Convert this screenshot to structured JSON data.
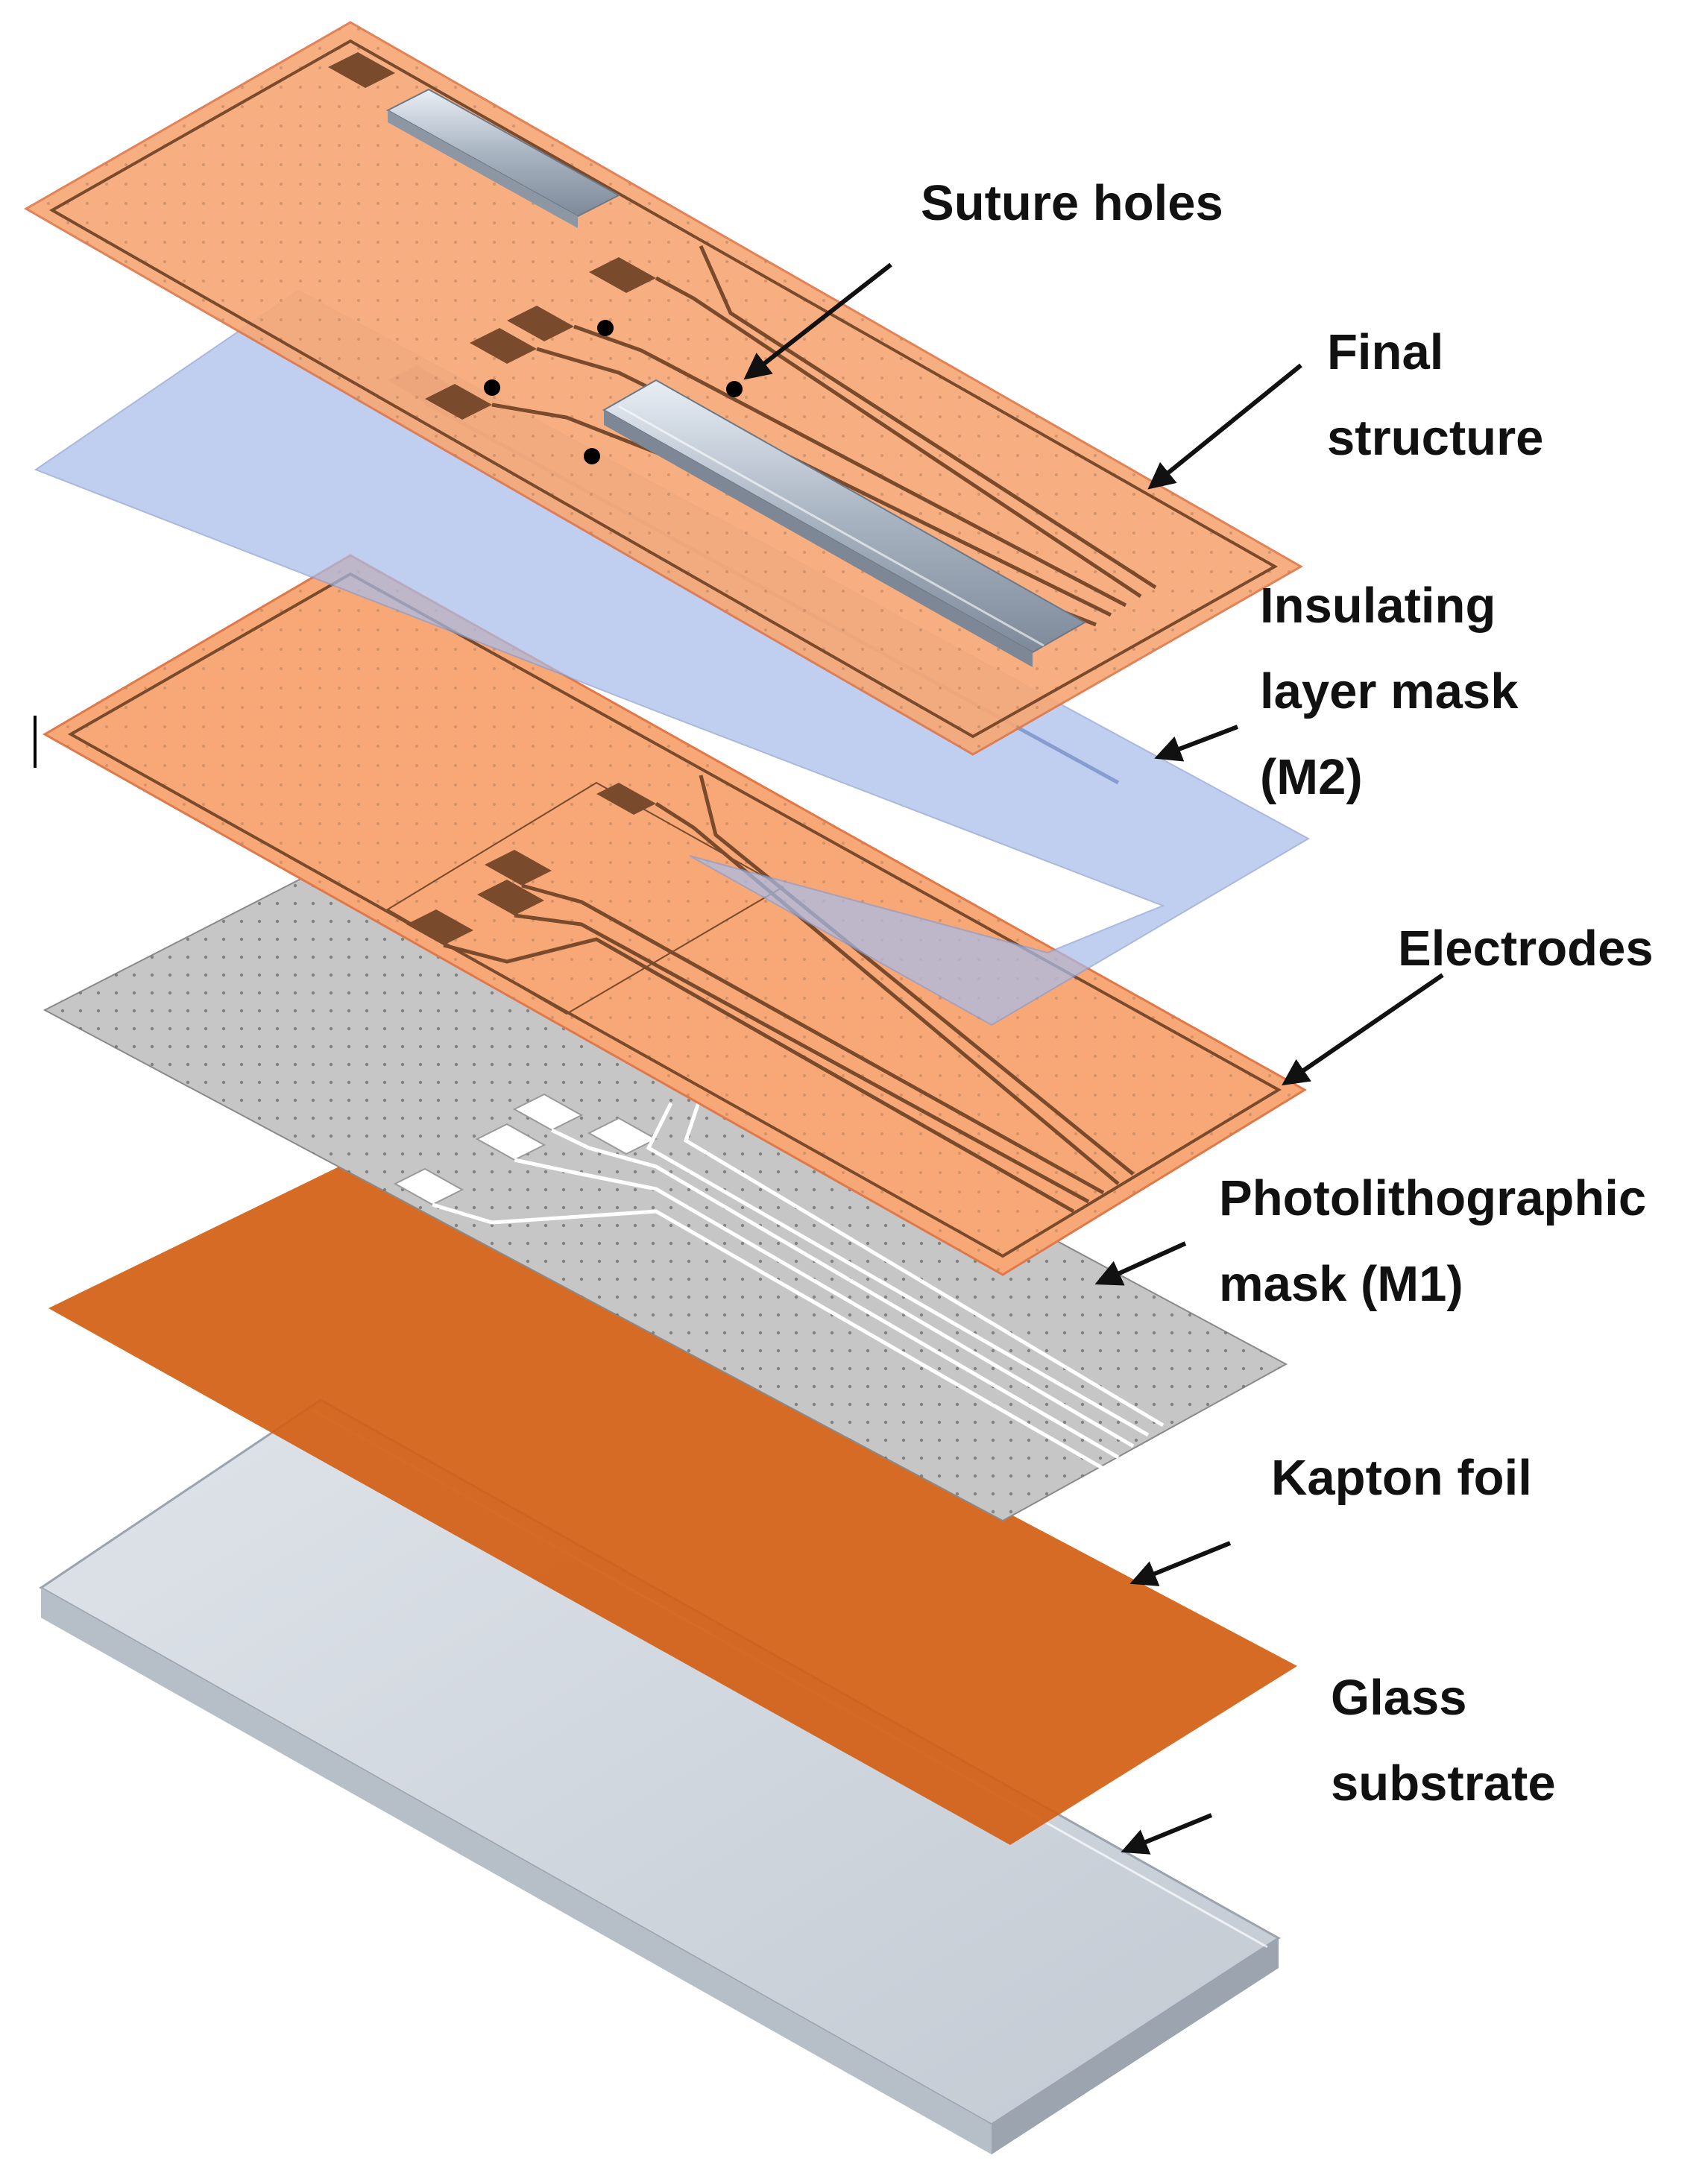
{
  "labels": {
    "suture_holes": "Suture holes",
    "final_structure": [
      "Final",
      "structure"
    ],
    "insulating_mask": [
      "Insulating",
      "layer mask",
      "(M2)"
    ],
    "electrodes": "Electrodes",
    "photo_mask": [
      "Photolithographic",
      "mask (M1)"
    ],
    "kapton": "Kapton foil",
    "glass": [
      "Glass",
      "substrate"
    ]
  },
  "colors": {
    "final_layer": "#f7a876",
    "electrode_layer": "#f7a876",
    "insulating_mask": "#a9bde9",
    "photo_mask": "#c6c6c6",
    "kapton": "#d35e14",
    "glass": "#c5ccd4",
    "trace": "#7a4a2c",
    "text": "#111111"
  }
}
